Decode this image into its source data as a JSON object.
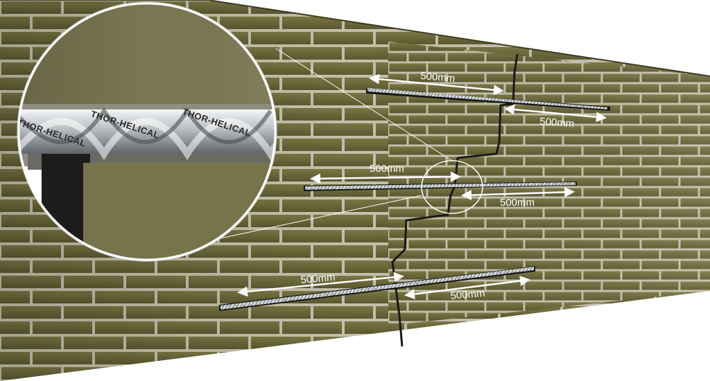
{
  "product": {
    "brand_text": "THOR-HELICAL"
  },
  "dimensions": {
    "unit_label": "500mm",
    "bars": [
      {
        "left_label": "500mm",
        "right_label": "500mm"
      },
      {
        "left_label": "500mm",
        "right_label": "500mm"
      },
      {
        "left_label": "500mm",
        "right_label": "500mm"
      }
    ]
  },
  "colors": {
    "brick": "#6e6a3a",
    "brick_dark": "#4f4c28",
    "mortar": "#c9c6b4",
    "crack": "#1a1a14",
    "bar_steel": "#cfd3d6",
    "arrow": "#ffffff"
  },
  "icons": {
    "magnifier": "zoom-circle-icon",
    "arrow": "double-arrow-icon"
  }
}
